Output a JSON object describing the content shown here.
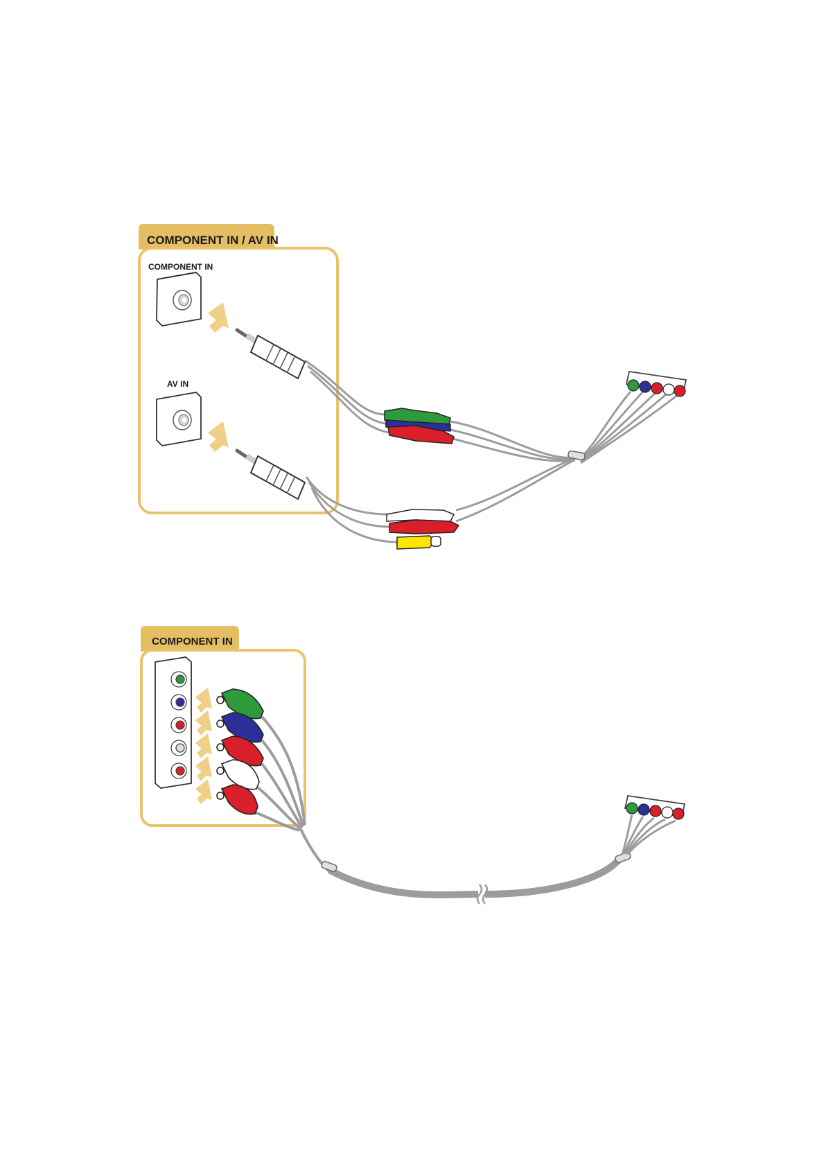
{
  "diagram1": {
    "header": "COMPONENT IN / AV IN",
    "component_label": "COMPONENT IN",
    "av_label": "AV IN"
  },
  "diagram2": {
    "header": "COMPONENT IN"
  },
  "colors": {
    "frame": "#e8c36b",
    "tab_fill": "#e5bd62",
    "arrow": "#f0cf86",
    "cable": "#9c9c9c",
    "green": "#2e9a3b",
    "blue": "#2c2f9a",
    "red": "#d9202a",
    "white": "#ffffff",
    "yellow": "#ffe600"
  }
}
